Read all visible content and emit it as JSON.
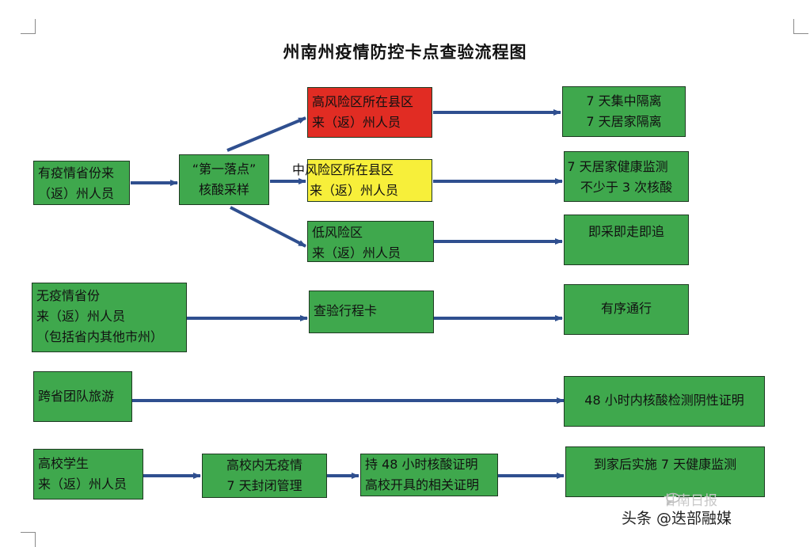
{
  "title": "州南州疫情防控卡点查验流程图",
  "rows": {
    "epidemic": {
      "source": "有疫情省份来（返）州人员",
      "source_lines": [
        "有疫情省份来",
        "（返）州人员"
      ],
      "sampling": [
        "“第一落点”",
        "核酸采样"
      ],
      "high": {
        "lines": [
          "高风险区所在县区",
          "来（返）州人员"
        ],
        "result": [
          "7 天集中隔离",
          "7 天居家隔离"
        ]
      },
      "mid": {
        "lines": [
          "中风险区所在县区",
          "来（返）州人员"
        ],
        "result": [
          "7 天居家健康监测",
          "不少于 3 次核酸"
        ]
      },
      "low": {
        "lines": [
          "低风险区",
          "来（返）州人员"
        ],
        "result": [
          "即采即走即追"
        ]
      }
    },
    "no_epidemic": {
      "lines": [
        "无疫情省份",
        "来（返）州人员",
        "（包括省内其他市州）"
      ],
      "check": "查验行程卡",
      "result": "有序通行"
    },
    "tour": {
      "label": "跨省团队旅游",
      "result": "48 小时内核酸检测阴性证明"
    },
    "students": {
      "lines": [
        "高校学生",
        "来（返）州人员"
      ],
      "step1": [
        "高校内无疫情",
        "7 天封闭管理"
      ],
      "step2": [
        "持 48 小时核酸证明",
        "高校开具的相关证明"
      ],
      "result": "到家后实施 7 天健康监测"
    }
  },
  "watermark": {
    "text": "头条 @迭部融媒",
    "ghost": "甘南日报"
  },
  "colors": {
    "box_green": "#3fa84d",
    "box_red": "#e12c23",
    "box_yellow": "#f7ef3a",
    "arrow": "#2f4f8f"
  }
}
